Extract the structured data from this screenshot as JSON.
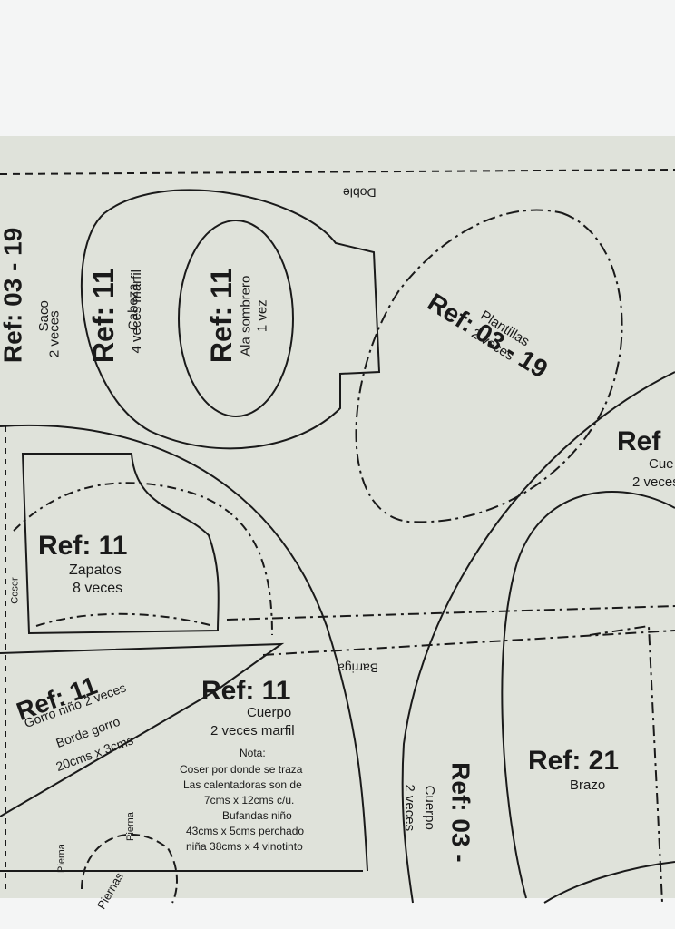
{
  "pattern": {
    "left_edge": {
      "ref": "Ref: 03 - 19",
      "name": "Saco",
      "qty": "2 veces"
    },
    "doble": "Doble",
    "cabeza": {
      "ref": "Ref: 11",
      "name": "Cabeza",
      "qty": "4 veces marfil"
    },
    "ala": {
      "ref": "Ref: 11",
      "name": "Ala sombrero",
      "qty": "1 vez"
    },
    "plantillas": {
      "ref": "Ref: 03 - 19",
      "name": "Plantillas",
      "qty": "2 veces"
    },
    "right_partial": {
      "ref": "Ref",
      "name": "Cue",
      "qty": "2 veces"
    },
    "zapatos": {
      "ref": "Ref: 11",
      "name": "Zapatos",
      "qty": "8 veces"
    },
    "coser": "Coser",
    "barriga": "Barriga",
    "gorro": {
      "ref": "Ref: 11",
      "line1": "Gorro niño 2 veces",
      "line2": "Borde gorro",
      "line3": "20cms x 3cms"
    },
    "cuerpo": {
      "ref": "Ref: 11",
      "name": "Cuerpo",
      "qty": "2 veces marfil"
    },
    "nota": {
      "title": "Nota:",
      "lines": [
        "Coser por donde se traza",
        "Las calentadoras son de",
        "7cms x 12cms c/u.",
        "Bufandas niño",
        "43cms x 5cms perchado",
        "niña 38cms x 4 vinotinto"
      ]
    },
    "pierna1": "Pierna",
    "pierna2": "Pierna",
    "pierna3": "Piernas",
    "cuerpo2": {
      "ref": "Ref: 03 -",
      "name": "Cuerpo",
      "qty": "2 veces"
    },
    "brazo": {
      "ref": "Ref: 21",
      "name": "Brazo"
    }
  },
  "colors": {
    "paper": "#dfe2da",
    "ink": "#1a1a1a",
    "background": "#f4f5f5"
  }
}
